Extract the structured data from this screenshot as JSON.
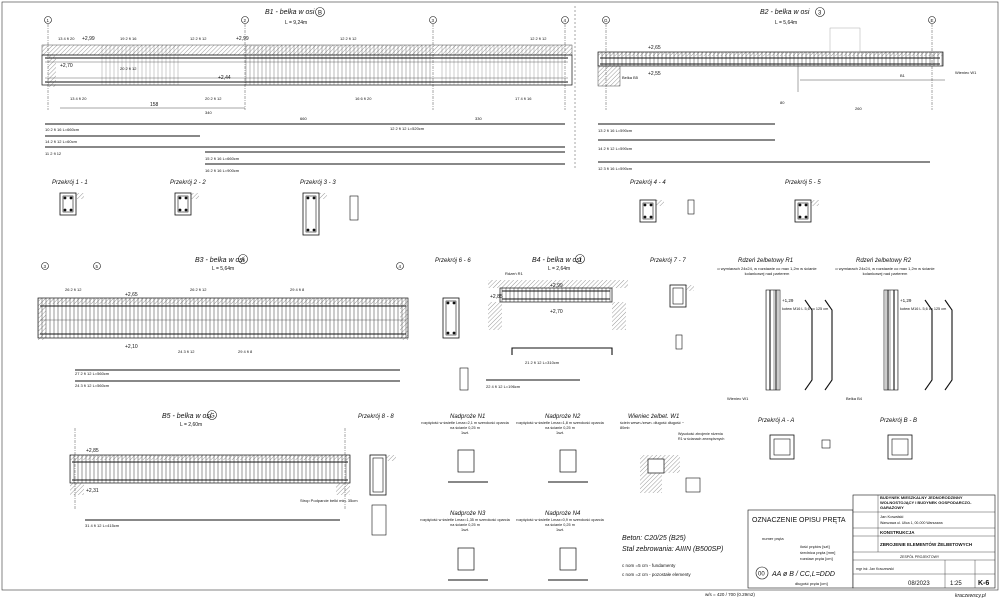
{
  "beams": {
    "b1": {
      "title": "B1 - belka w osi",
      "axis": "B",
      "length": "L = 9,24m",
      "axes": [
        "1",
        "2",
        "3",
        "4"
      ],
      "levels": [
        "+2,99",
        "+2,70",
        "+2,44"
      ],
      "bars": [
        "13 4 fi 20",
        "19 2 fi 16",
        "12 2 fi 12",
        "20 2 fi 12",
        "16 6 fi 20",
        "17 4 fi 16"
      ],
      "dims": [
        "158",
        "340",
        "660",
        "330"
      ],
      "schedule": [
        "10 2 fi 16 L=660cm",
        "11 2 fi 12",
        "12 2 fi 12 L=520cm",
        "14 2 fi 12 L=60cm",
        "15 2 fi 16 L=660cm",
        "16 2 fi 16 L=900cm"
      ]
    },
    "b2": {
      "title": "B2 - belka w osi",
      "axis": "3",
      "length": "L = 5,64m",
      "axes": [
        "G",
        "E"
      ],
      "levels": [
        "+2,65",
        "+2,55"
      ],
      "labels": [
        "Belka B5",
        "Wieniec W1",
        "B1",
        "80",
        "260"
      ],
      "schedule": [
        "13 2 fi 16 L=590cm",
        "14 2 fi 12 L=590cm",
        "12 3 fi 16 L=590cm"
      ]
    },
    "b3": {
      "title": "B3 - belka w osi",
      "axis": "A",
      "length": "L = 5,64m",
      "axes": [
        "3",
        "5",
        "4"
      ],
      "levels": [
        "+2,65",
        "+2,10"
      ],
      "bars": [
        "26 2 fi 12",
        "27 2 fi 12",
        "29 4 fi 8",
        "24 3 fi 12"
      ],
      "schedule": [
        "27 2 fi 12 L=560cm",
        "24 3 fi 12 L=560cm"
      ]
    },
    "b4": {
      "title": "B4 - belka w osi",
      "axis": "1",
      "length": "L = 2,64m",
      "levels": [
        "+2,85",
        "+2,99",
        "+2,70"
      ],
      "labels": [
        "Rdzeń R1"
      ],
      "schedule": [
        "21 2 fi 12 L=310cm",
        "22 4 fi 12 L=196cm"
      ]
    },
    "b5": {
      "title": "B5 - belka w osi",
      "axis": "G",
      "length": "L = 2,60m",
      "levels": [
        "+2,85",
        "+2,31"
      ],
      "labels": [
        "Strop Podparcie belki min. 35cm"
      ],
      "schedule": [
        "31 4 fi 12 L=415cm"
      ]
    }
  },
  "sections": {
    "s1": "Przekrój 1 - 1",
    "s2": "Przekrój 2 - 2",
    "s3": "Przekrój 3 - 3",
    "s4": "Przekrój 4 - 4",
    "s5": "Przekrój 5 - 5",
    "s6": "Przekrój 6 - 6",
    "s7": "Przekrój 7 - 7",
    "s8": "Przekrój 8 - 8",
    "sa": "Przekrój A - A",
    "sb": "Przekrój B - B"
  },
  "cores": {
    "r1": {
      "title": "Rdzeń żelbetowy R1",
      "desc": "o wymiarach 24x24, w rozstawie co max 1,2m w ścianie kolankowej nad parterem",
      "lev": "+1,29",
      "bars": "kotew M16 L 5,6 co 125 cm",
      "lbl": "Wieniec W1"
    },
    "r2": {
      "title": "Rdzeń żelbetowy R2",
      "desc": "o wymiarach 24x24, w rozstawie co max 1,2m w ścianie kolankowej nad parterem",
      "lev": "+1,29",
      "bars": "kotew M16 L 5,6 co 125 cm",
      "lbl": "Belka B4"
    }
  },
  "lintels": {
    "n1": {
      "title": "Nadproże N1",
      "desc": "rozpiętość w świetle Lmax=2,1 m szerokość oparcia na ścianie 0,25 m",
      "qty": "1szt."
    },
    "n2": {
      "title": "Nadproże N2",
      "desc": "rozpiętość w świetle Lmax=1,8 m szerokość oparcia na ścianie 0,25 m",
      "qty": "1szt."
    },
    "n3": {
      "title": "Nadproże N3",
      "desc": "rozpiętość w świetle Lmax=1,35 m szerokość oparcia na ścianie 0,25 m",
      "qty": "1szt."
    },
    "n4": {
      "title": "Nadproże N4",
      "desc": "rozpiętość w świetle Lmax=0,9 m szerokość oparcia na ścianie 0,25 m",
      "qty": "1szt."
    }
  },
  "wieniec": {
    "title": "Wieniec żelbet. W1",
    "desc": "ściein wewn./zewn. długość długość ~ 80mb",
    "note": "Wysokość zbrojenie rdzenia R1 w ścianach zewnętrznych"
  },
  "concrete": {
    "line1": "Beton: C20/25 (B25)",
    "line2": "Stal zebrowania: AIIIN (B500SP)",
    "cover1": "c nom =5 cm - fundamenty",
    "cover2": "c nom =2 cm - pozostałe elementy"
  },
  "legend": {
    "title": "OZNACZENIE OPISU PRĘTA",
    "formula": "AA ø B / CC,L=DDD",
    "num": "00",
    "items": [
      "numer pręta",
      "ilość prętów [szt]",
      "średnica pręta [mm]",
      "rozstaw pręta [cm]",
      "długość pręta [cm]"
    ]
  },
  "titleblock": {
    "project": "BUDYNEK MIESZKALNY JEDNORODZINNY WOLNOSTOJĄCY I BUDYNEK GOSPODARCZO-GARAŻOWY",
    "investor": "Jan Kowalski",
    "address": "Warszawa ul. Ulica 1, 00-000 Warszawa",
    "branch": "KONSTRUKCJA",
    "drawing": "ZBROJENIE ELEMENTÓW ŻELBETOWYCH",
    "team": "ZESPÓŁ PROJEKTOWY",
    "designer": "mgr inż. Jan Kraczewski",
    "date": "08/2023",
    "scale": "1:25",
    "sheet": "K-6",
    "footer": "w/s = 420 / 700 (0.29m2)",
    "site": "kraczewscy.pl"
  }
}
